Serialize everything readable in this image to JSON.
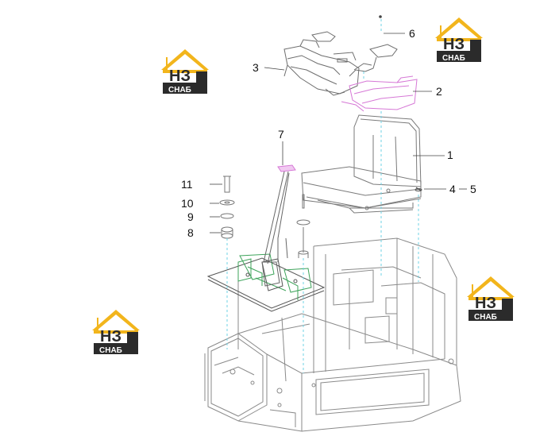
{
  "diagram": {
    "callouts": [
      "1",
      "2",
      "3",
      "4",
      "5",
      "6",
      "7",
      "8",
      "9",
      "10",
      "11"
    ]
  },
  "watermark": {
    "mark": "НЗ",
    "text": "СНАБ",
    "colors": {
      "roof": "#f2b51c",
      "dark": "#2b2b2b",
      "accent": "#f2b51c"
    }
  },
  "colors": {
    "line": "#7a7a7a",
    "light_line": "#b5b5b5",
    "leader": "#6fd3e6",
    "pink": "#d678d6",
    "green": "#3da35a"
  }
}
